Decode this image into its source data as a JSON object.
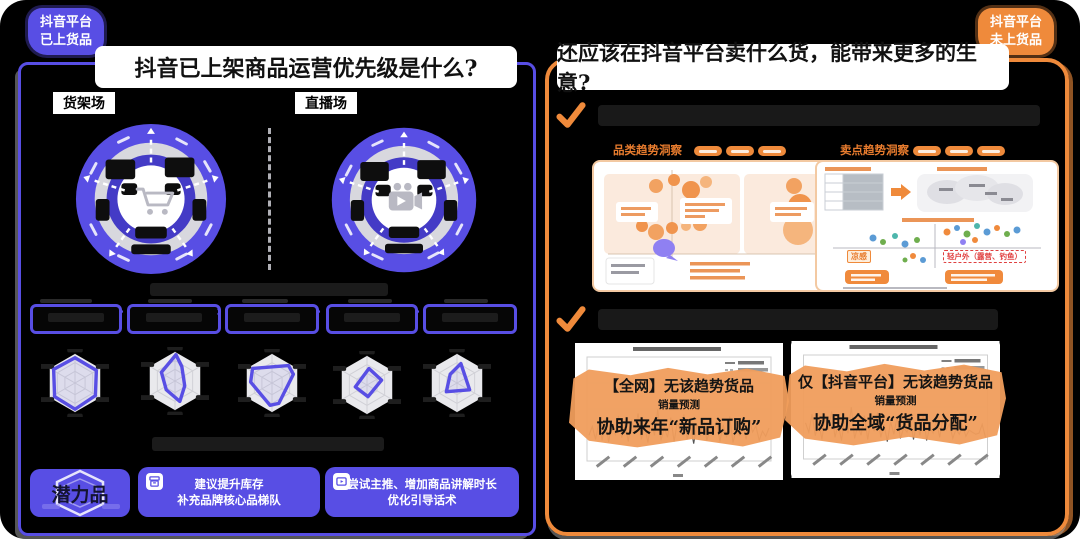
{
  "colors": {
    "purple": "#584ee4",
    "orange": "#ef8a3b",
    "band_orange": "#f09d5c",
    "background": "#000000"
  },
  "badge_top_left": {
    "line1": "抖音平台",
    "line2": "已上货品"
  },
  "badge_top_right": {
    "line1": "抖音平台",
    "line2": "未上货品"
  },
  "left_panel": {
    "title": "抖音已上架商品运营优先级是什么?",
    "scene_left": "货架场",
    "scene_right": "直播场",
    "potential_badge": "潜力品",
    "suggestion_1": {
      "line1": "建议提升库存",
      "line2": "补充品牌核心品梯队"
    },
    "suggestion_2": {
      "line1": "尝试主推、增加商品讲解时长",
      "line2": "优化引导话术"
    }
  },
  "right_panel": {
    "title": "还应该在抖音平台卖什么货，能带来更多的生意?",
    "insight_card_left": {
      "title": "品类趋势洞察"
    },
    "insight_card_right": {
      "title": "卖点趋势洞察",
      "scatter_left_label": "凉感",
      "scatter_right_label": "轻户外（露营、钓鱼）"
    },
    "forecast_card_left": {
      "line1": "【全网】无该趋势货品",
      "line2": "销量预测",
      "line3": "协助来年“新品订购”"
    },
    "forecast_card_right": {
      "line1": "仅【抖音平台】无该趋势货品",
      "line2": "销量预测",
      "line3": "协助全域“货品分配”"
    }
  },
  "icons": {
    "cart": "shopping-cart",
    "video": "video-camera",
    "inventory": "archive-box",
    "promotion": "tv-play",
    "check": "checkmark",
    "arrow_right": "right-arrow"
  }
}
